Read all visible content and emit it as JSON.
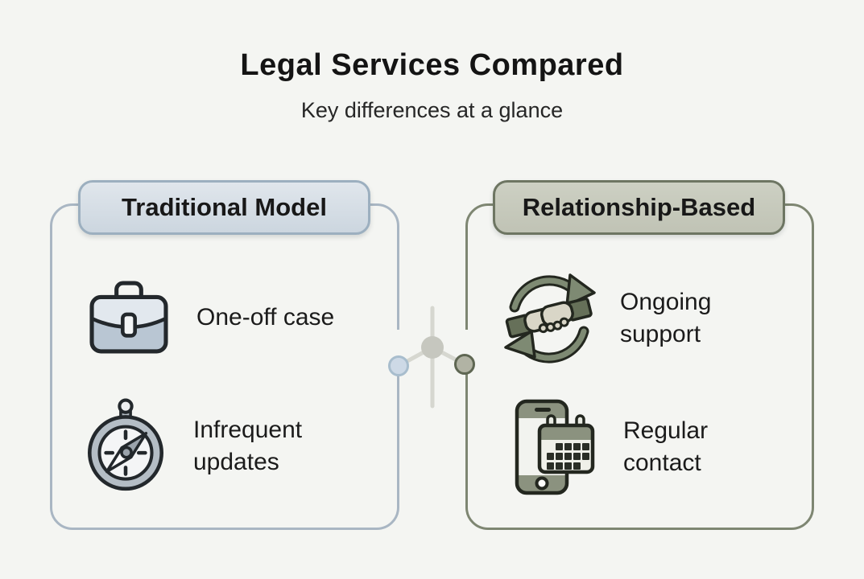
{
  "page": {
    "background_color": "#f4f5f2"
  },
  "header": {
    "title": "Legal Services Compared",
    "subtitle": "Key differences at a glance"
  },
  "panels": {
    "left": {
      "title": "Traditional Model",
      "accent_color": "#a9b6c3",
      "badge_color": "#d3dce4",
      "items": [
        {
          "icon": "briefcase-icon",
          "label": "One-off case"
        },
        {
          "icon": "compass-icon",
          "label": "Infrequent updates"
        }
      ]
    },
    "right": {
      "title": "Relationship-Based",
      "accent_color": "#7e8672",
      "badge_color": "#c7cabc",
      "items": [
        {
          "icon": "handshake-cycle-icon",
          "label": "Ongoing support"
        },
        {
          "icon": "phone-calendar-icon",
          "label": "Regular contact"
        }
      ]
    }
  },
  "connector": {
    "center_node_color": "#c6c7bf",
    "left_node_color": "#cdd9e6",
    "right_node_color": "#b1b3a4",
    "line_color": "#d6d7d0"
  }
}
